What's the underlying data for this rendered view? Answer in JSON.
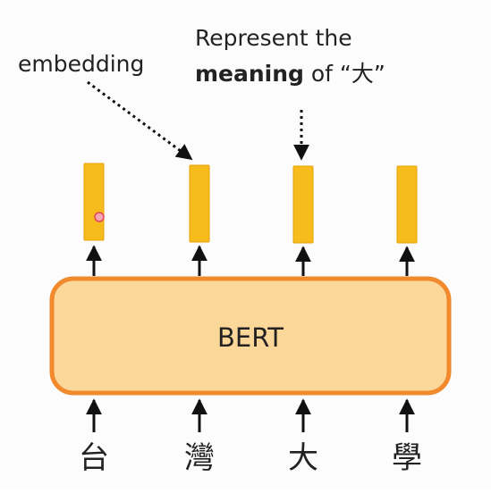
{
  "annotations": {
    "embedding_label": "embedding",
    "represent_line1": "Represent the",
    "represent_bold": "meaning",
    "represent_rest": " of “大”"
  },
  "model": {
    "label": "BERT"
  },
  "tokens": [
    "台",
    "灣",
    "大",
    "學"
  ],
  "colors": {
    "embedding_fill": "#F5BC1C",
    "embedding_stroke": "#E9A10A",
    "model_fill": "#FCD79A",
    "model_stroke": "#F08A2C",
    "arrow": "#111111",
    "text": "#222222",
    "cursor_dot": "#E2475A"
  }
}
